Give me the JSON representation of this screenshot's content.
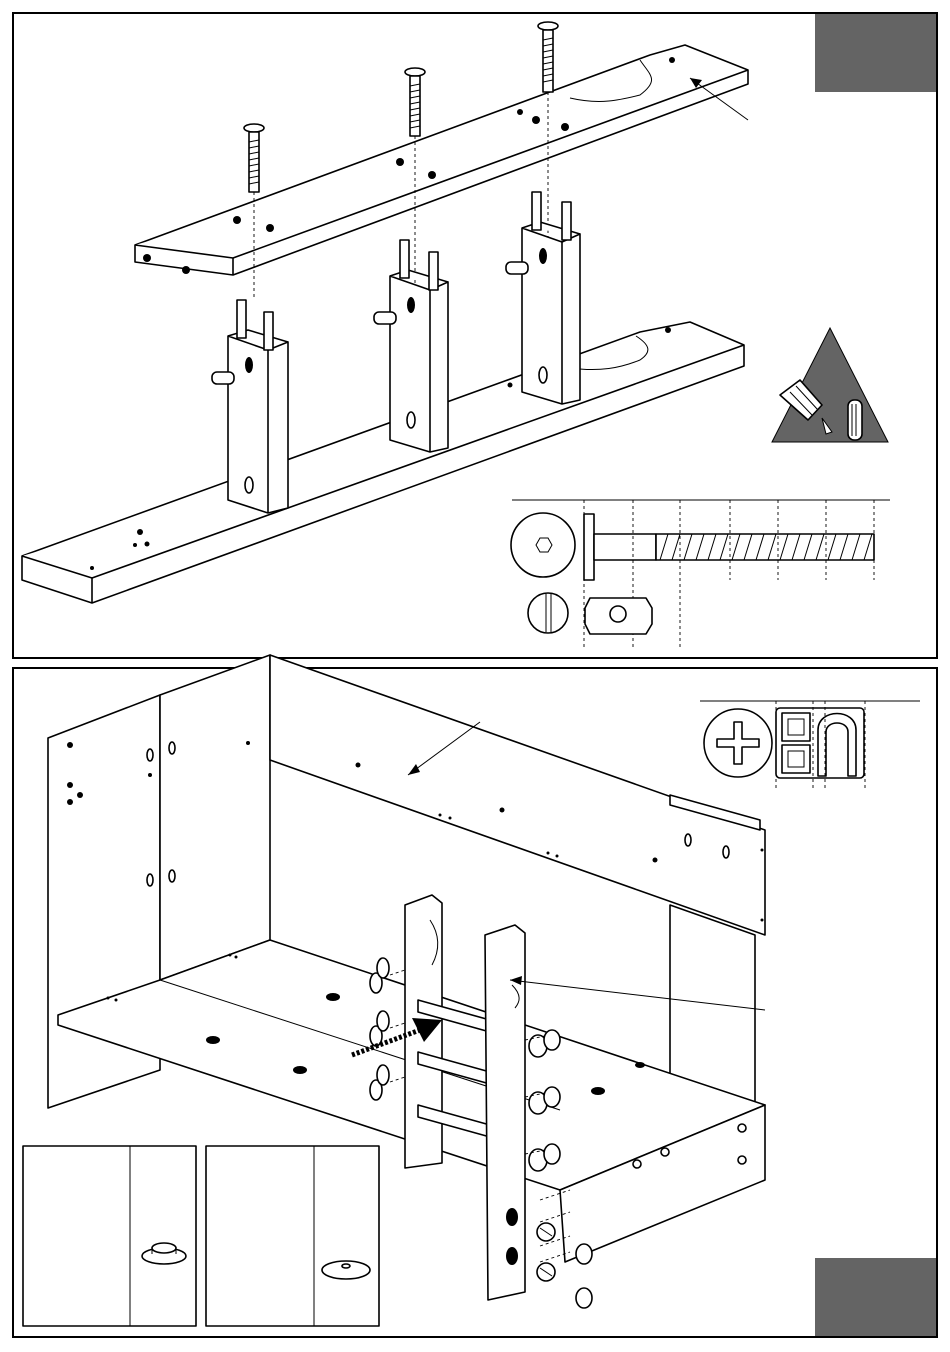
{
  "document": {
    "type": "assembly-instruction-page",
    "step_markers": [
      {
        "panel": "top",
        "color": "#646464"
      },
      {
        "panel": "bottom",
        "color": "#646464"
      }
    ],
    "icons": {
      "glue_warning": "glue-bottle-and-dowel-icon",
      "cam_bolt": "cam-bolt-part-icon",
      "cam_lock": "cam-lock-nut-icon",
      "phillips_screw": "phillips-screw-head-icon",
      "hinge_bracket": "shelf-bracket-clip-icon",
      "shelf_support": "shelf-support-pin-icon"
    },
    "colors": {
      "line": "#000000",
      "step_box": "#646464",
      "warning_triangle": "#646464",
      "paper": "#ffffff"
    }
  }
}
